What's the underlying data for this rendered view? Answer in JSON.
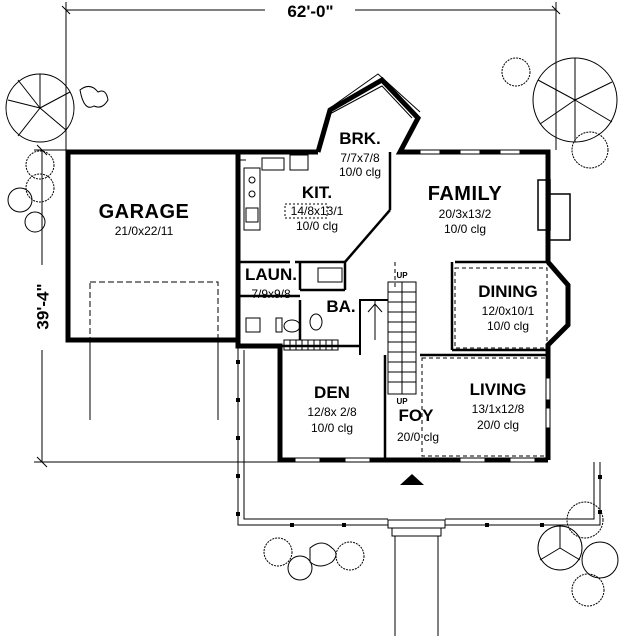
{
  "overall": {
    "width_label": "62'-0\"",
    "depth_label": "39'-4\""
  },
  "rooms": {
    "garage": {
      "name": "GARAGE",
      "size": "21/0x22/11"
    },
    "brk": {
      "name": "BRK.",
      "size": "7/7x7/8",
      "ceiling": "10/0 clg"
    },
    "kit": {
      "name": "KIT.",
      "size": "14/8x13/1",
      "ceiling": "10/0 clg"
    },
    "family": {
      "name": "FAMILY",
      "size": "20/3x13/2",
      "ceiling": "10/0 clg"
    },
    "laun": {
      "name": "LAUN.",
      "size": "7/9x9/8"
    },
    "ba": {
      "name": "BA."
    },
    "dining": {
      "name": "DINING",
      "size": "12/0x10/1",
      "ceiling": "10/0 clg"
    },
    "den": {
      "name": "DEN",
      "size": "12/8x  2/8",
      "ceiling": "10/0 clg"
    },
    "foy": {
      "name": "FOY",
      "ceiling": "20/0 clg"
    },
    "living": {
      "name": "LIVING",
      "size": "13/1x12/8",
      "ceiling": "20/0 clg"
    }
  },
  "stairs": {
    "up_top": "UP",
    "up_bottom": "UP"
  }
}
